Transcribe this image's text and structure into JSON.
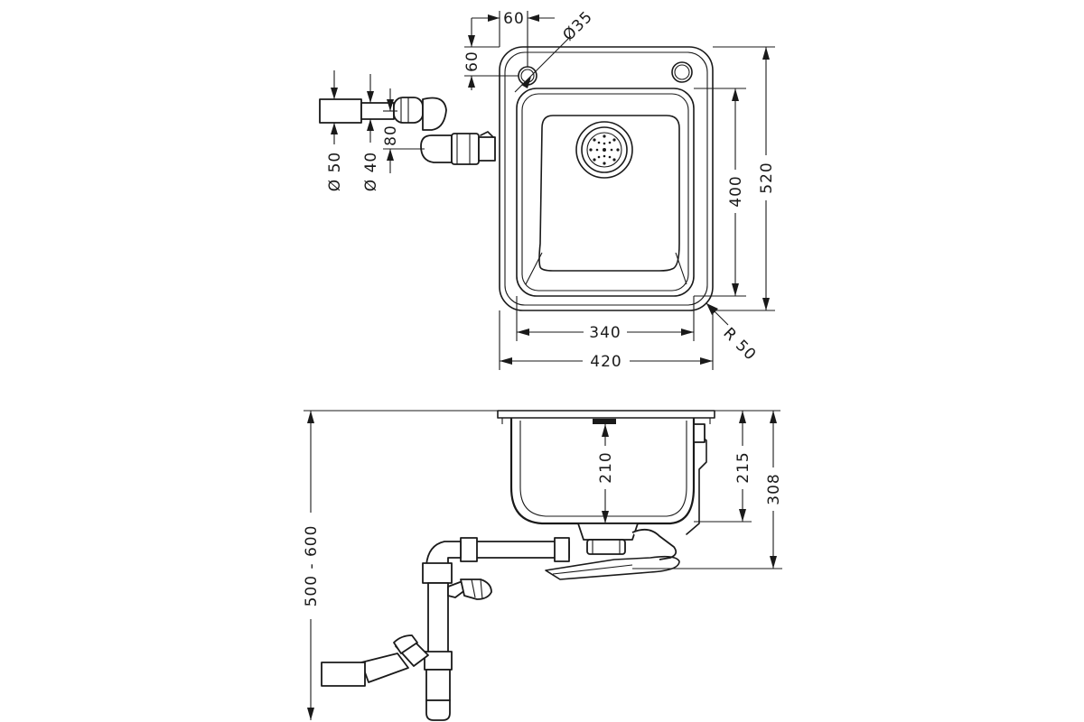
{
  "top_view": {
    "dims": {
      "width_overall": "420",
      "width_bowl": "340",
      "height_overall": "520",
      "height_bowl": "400",
      "corner_radius": "R 50",
      "tap_hole_dia": "Ø35",
      "tap_offset_x": "60",
      "tap_offset_y": "60",
      "outlet_dia_50": "Ø 50",
      "outlet_dia_40": "Ø 40",
      "outlet_offset": "80"
    }
  },
  "side_view": {
    "dims": {
      "install_height": "500 - 600",
      "total_depth": "308",
      "bowl_depth": "215",
      "inner_depth": "210"
    }
  }
}
